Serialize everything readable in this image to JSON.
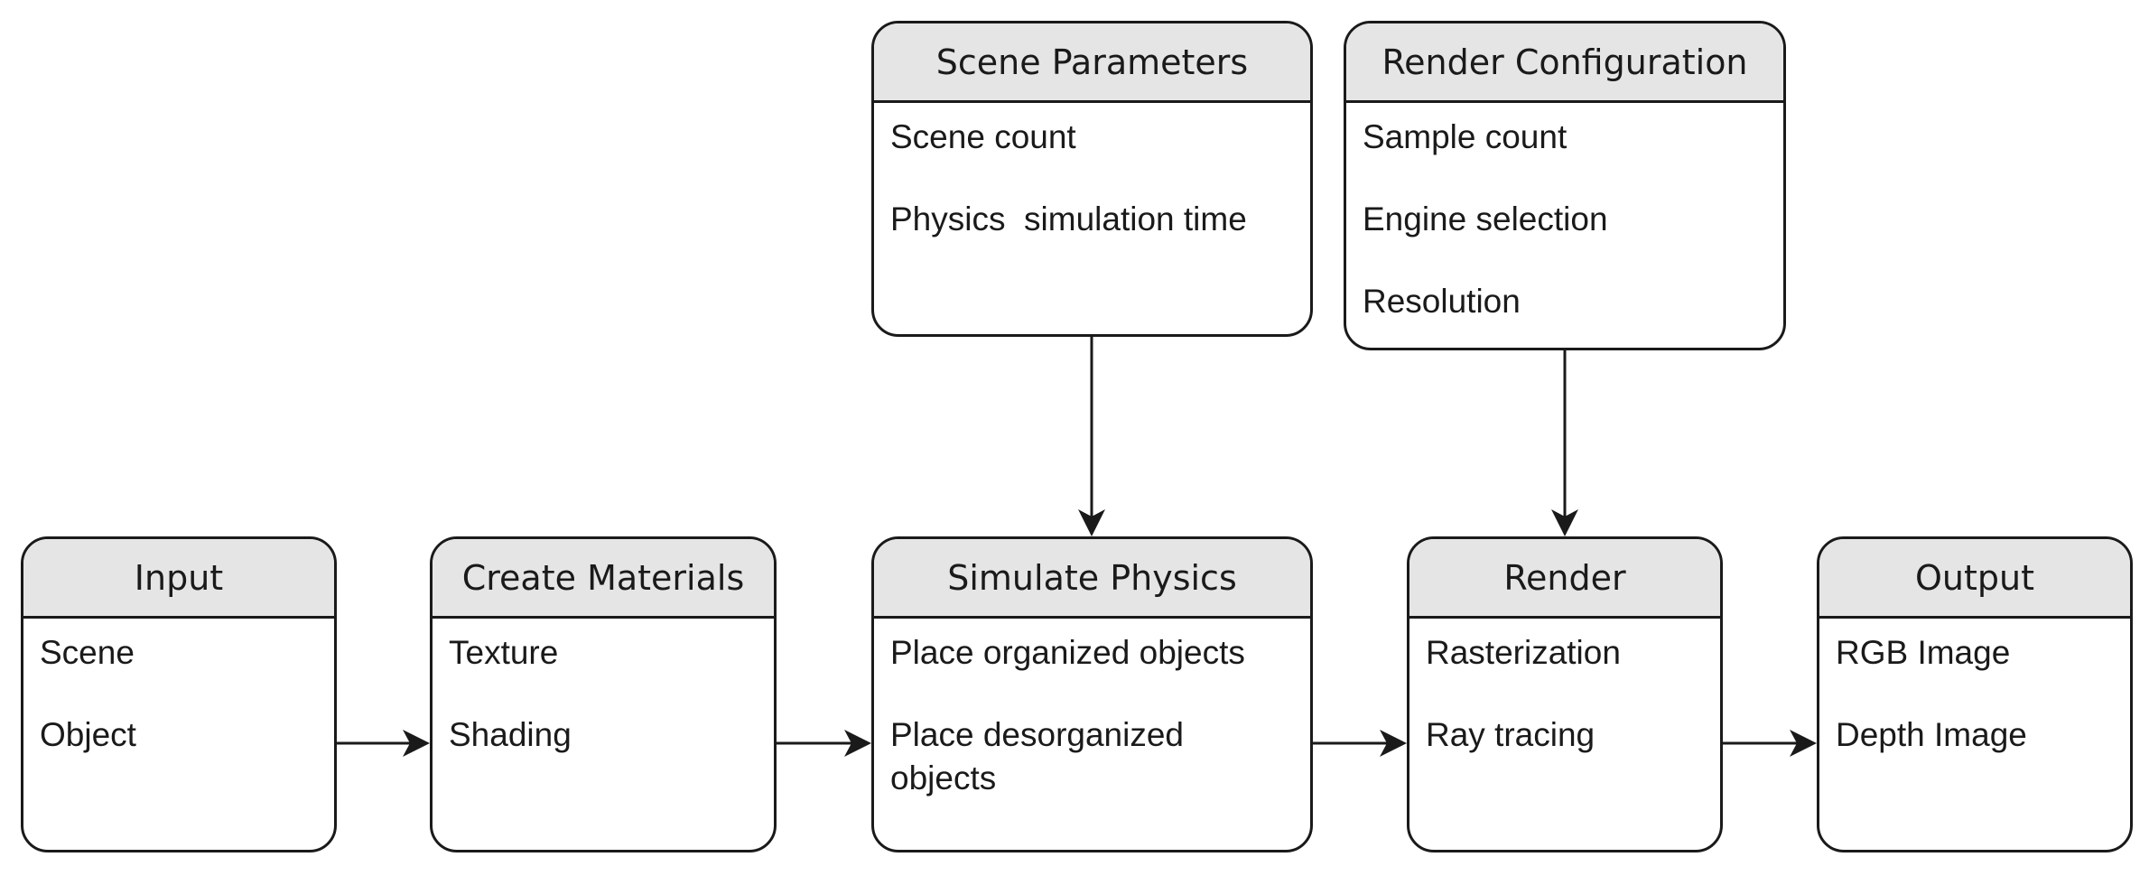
{
  "cards": {
    "input": {
      "title": "Input",
      "items": [
        "Scene",
        "Object"
      ]
    },
    "materials": {
      "title": "Create Materials",
      "items": [
        "Texture",
        "Shading"
      ]
    },
    "physics": {
      "title": "Simulate Physics",
      "items": [
        "Place organized objects",
        "Place desorganized objects"
      ]
    },
    "render": {
      "title": "Render",
      "items": [
        "Rasterization",
        "Ray tracing"
      ]
    },
    "output": {
      "title": "Output",
      "items": [
        "RGB Image",
        "Depth Image"
      ]
    },
    "scene_params": {
      "title": "Scene Parameters",
      "items": [
        "Scene count",
        "Physics  simulation time"
      ]
    },
    "render_config": {
      "title": "Render Configuration",
      "items": [
        "Sample count",
        "Engine selection",
        "Resolution"
      ]
    }
  },
  "colors": {
    "stroke": "#1a1a1a",
    "header_fill": "#e5e5e5",
    "body_fill": "#ffffff"
  }
}
